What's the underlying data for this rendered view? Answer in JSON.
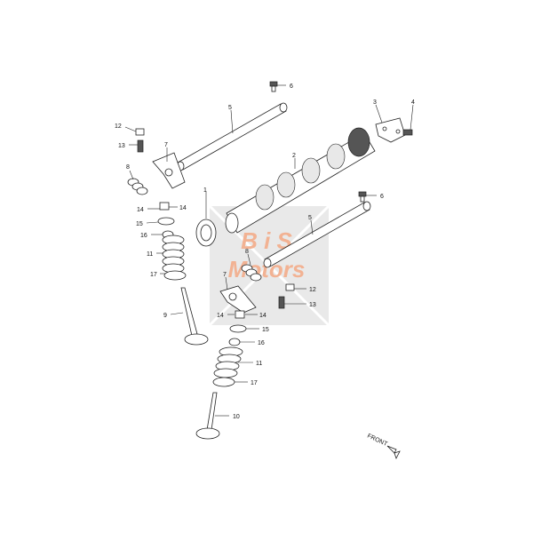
{
  "labels": {
    "p1": "1",
    "p2": "2",
    "p3": "3",
    "p4": "4",
    "p5a": "5",
    "p5b": "5",
    "p6a": "6",
    "p6b": "6",
    "p7a": "7",
    "p7b": "7",
    "p8a": "8",
    "p8b": "8",
    "p9": "9",
    "p10": "10",
    "p11a": "11",
    "p11b": "11",
    "p12a": "12",
    "p12b": "12",
    "p13a": "13",
    "p13b": "13",
    "p14a": "14",
    "p14b": "14",
    "p14c": "14",
    "p14d": "14",
    "p15a": "15",
    "p15b": "15",
    "p16a": "16",
    "p16b": "16",
    "p17a": "17",
    "p17b": "17"
  },
  "front_label": "FRONT",
  "watermark": {
    "line1": "B i S",
    "line2": "Motors"
  },
  "colors": {
    "watermark": "#e8743b",
    "watermark_bg": "#d8d8d8",
    "ink": "#222222"
  }
}
